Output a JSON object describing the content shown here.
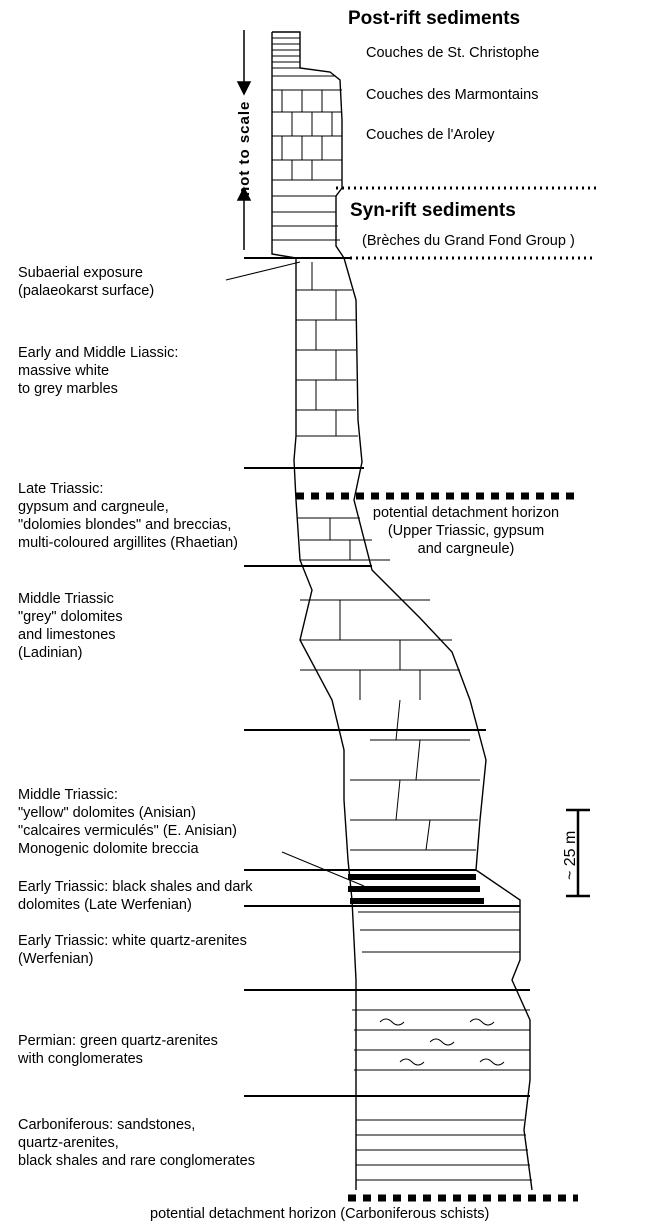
{
  "headers": {
    "post_rift": "Post-rift sediments",
    "syn_rift": "Syn-rift sediments"
  },
  "post_rift_units": [
    "Couches de St. Christophe",
    "Couches des Marmontains",
    "Couches de l'Aroley"
  ],
  "syn_rift_unit": "(Brèches du Grand Fond Group )",
  "not_to_scale": "not to scale",
  "scale_label": "~ 25 m",
  "detachment_upper": [
    "potential detachment horizon",
    "(Upper Triassic, gypsum",
    "and cargneule)"
  ],
  "detachment_lower": "potential detachment horizon (Carboniferous schists)",
  "left_labels": {
    "subaerial": [
      "Subaerial exposure",
      "(palaeokarst surface)"
    ],
    "liassic": [
      "Early and Middle Liassic:",
      "massive white",
      "to grey marbles"
    ],
    "late_triassic": [
      "Late Triassic:",
      "gypsum and cargneule,",
      "\"dolomies blondes\" and breccias,",
      "multi-coloured argillites (Rhaetian)"
    ],
    "middle_triassic_ladinian": [
      "Middle Triassic",
      "\"grey\" dolomites",
      "and limestones",
      "(Ladinian)"
    ],
    "middle_triassic_anisian": [
      "Middle Triassic:",
      "\"yellow\" dolomites (Anisian)",
      "\"calcaires vermiculés\" (E. Anisian)",
      "Monogenic dolomite breccia"
    ],
    "early_triassic_shales": [
      "Early Triassic: black shales and dark",
      "dolomites (Late Werfenian)"
    ],
    "early_triassic_quartz": [
      "Early Triassic: white quartz-arenites",
      "(Werfenian)"
    ],
    "permian": [
      "Permian: green quartz-arenites",
      "with conglomerates"
    ],
    "carboniferous": [
      "Carboniferous: sandstones,",
      "quartz-arenites,",
      "black shales and rare conglomerates"
    ]
  }
}
